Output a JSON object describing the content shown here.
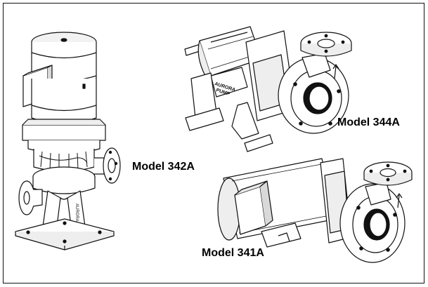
{
  "labels": {
    "model_342a": "Model 342A",
    "model_344a": "Model 344A",
    "model_341a": "Model 341A"
  },
  "figures": {
    "pump_342a_illustration": "vertical-inline-pump",
    "pump_344a_illustration": "end-suction-frame-mounted-pump",
    "pump_341a_illustration": "close-coupled-end-suction-pump"
  },
  "colors": {
    "line": "#111111",
    "background": "#ffffff",
    "shade": "#d9d9d9",
    "dark": "#333333"
  }
}
